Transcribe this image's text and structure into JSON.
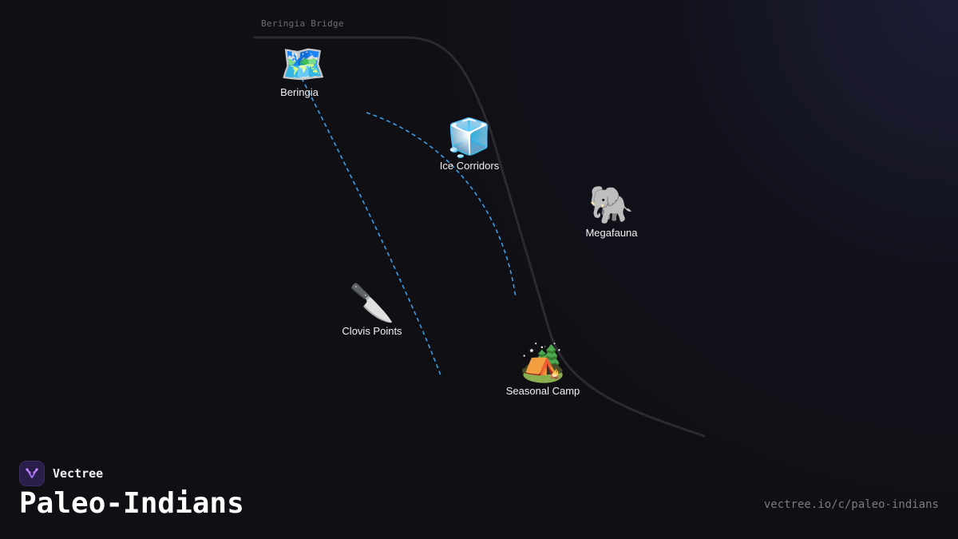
{
  "diagram": {
    "section_label": "Beringia Bridge",
    "nodes": [
      {
        "id": "beringia",
        "label": "Beringia",
        "icon": "world-map-icon",
        "glyph": "🗺️"
      },
      {
        "id": "ice-corridors",
        "label": "Ice Corridors",
        "icon": "ice-cube-icon",
        "glyph": "🧊"
      },
      {
        "id": "megafauna",
        "label": "Megafauna",
        "icon": "elephant-icon",
        "glyph": "🐘"
      },
      {
        "id": "clovis-points",
        "label": "Clovis Points",
        "icon": "knife-icon",
        "glyph": "🔪"
      },
      {
        "id": "seasonal-camp",
        "label": "Seasonal Camp",
        "icon": "camping-tent-icon",
        "glyph": "🏕️"
      }
    ],
    "colors": {
      "background": "#0f0f14",
      "main_path": "#2a2a30",
      "dashed_link": "#3a9ee8",
      "label_text": "#f2f2f5"
    }
  },
  "footer": {
    "brand_name": "Vectree",
    "brand_icon": "vectree-logo-icon",
    "title": "Paleo-Indians",
    "url": "vectree.io/c/paleo-indians"
  }
}
